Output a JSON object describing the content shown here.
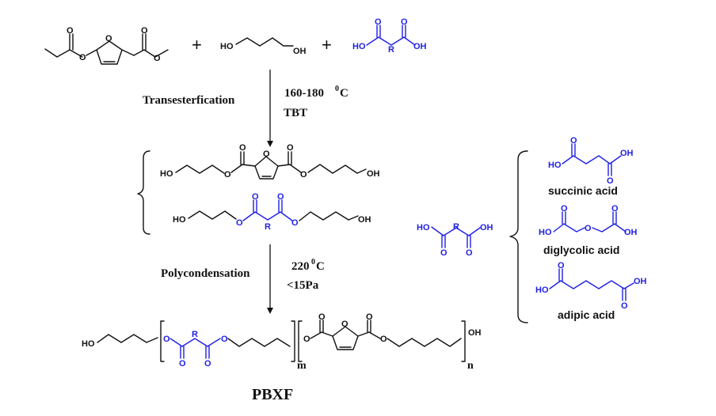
{
  "plus_sign": "+",
  "reactants": {
    "butanediol": {
      "oh_left": "HO",
      "oh_right": "OH"
    },
    "diacid": {
      "oh_left": "HO",
      "r": "R",
      "oh_right": "OH"
    },
    "furan_diester": {
      "o_ring": "O"
    }
  },
  "step1": {
    "label": "Transesterfication",
    "temp": "160-180",
    "temp_unit": "0",
    "temp_c": "C",
    "catalyst": "TBT"
  },
  "step2": {
    "label": "Polycondensation",
    "temp": "220",
    "temp_unit": "0",
    "temp_c": "C",
    "pressure": "<15Pa"
  },
  "intermediates": {
    "furan_ho": "HO",
    "furan_oh": "OH",
    "acid_ho": "HO",
    "acid_oh": "OH",
    "acid_r": "R"
  },
  "general_acid": {
    "ho": "HO",
    "oh": "OH",
    "r": "R"
  },
  "acids": [
    {
      "name": "succinic acid",
      "ho": "HO",
      "oh": "OH"
    },
    {
      "name": "diglycolic acid",
      "ho": "HO",
      "oh": "OH"
    },
    {
      "name": "adipic acid",
      "ho": "HO",
      "oh": "OH"
    }
  ],
  "polymer": {
    "end_ho": "HO",
    "end_oh": "OH",
    "r": "R",
    "m": "m",
    "n": "n",
    "name": "PBXF"
  },
  "atom_o": "O",
  "colors": {
    "black": "#111111",
    "blue": "#1f1fe6"
  }
}
